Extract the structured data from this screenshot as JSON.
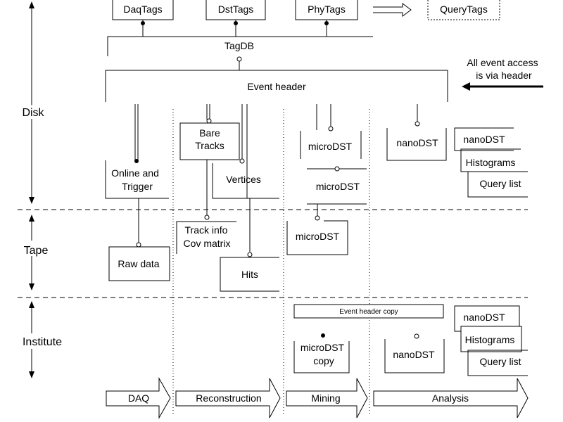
{
  "tags": {
    "daq": "DaqTags",
    "dst": "DstTags",
    "phy": "PhyTags",
    "query": "QueryTags"
  },
  "tagdb": "TagDB",
  "event_header": "Event header",
  "access_note": [
    "All event access",
    "is via header"
  ],
  "levels": {
    "disk": "Disk",
    "tape": "Tape",
    "institute": "Institute"
  },
  "disk": {
    "online_trigger": [
      "Online and",
      "Trigger"
    ],
    "bare_tracks": [
      "Bare",
      "Tracks"
    ],
    "vertices": "Vertices",
    "microdst_1": "microDST",
    "microdst_2": "microDST",
    "nanodst": "nanoDST",
    "stack": [
      "nanoDST",
      "Histograms",
      "Query list"
    ]
  },
  "tape": {
    "raw_data": "Raw data",
    "track_info": [
      "Track info",
      "Cov matrix"
    ],
    "hits": "Hits",
    "microdst": "microDST"
  },
  "institute": {
    "event_header_copy": "Event header copy",
    "microdst_copy": [
      "microDST",
      "copy"
    ],
    "nanodst": "nanoDST",
    "stack": [
      "nanoDST",
      "Histograms",
      "Query list"
    ]
  },
  "stages": [
    "DAQ",
    "Reconstruction",
    "Mining",
    "Analysis"
  ]
}
